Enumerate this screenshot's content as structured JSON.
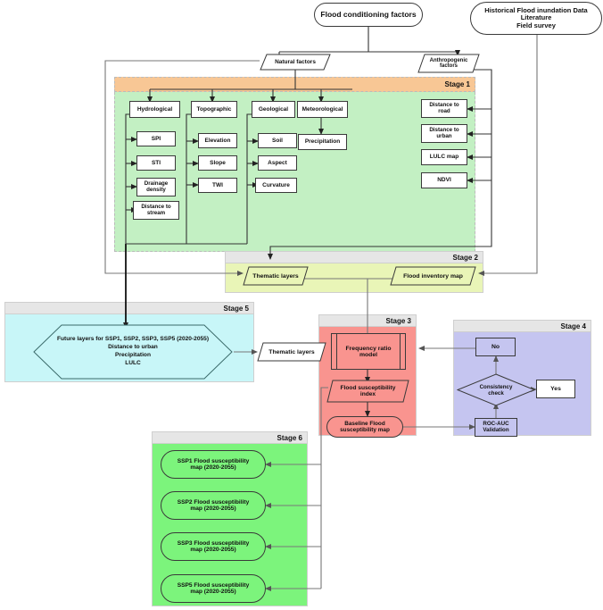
{
  "diagram": {
    "title_nodes": {
      "flood_conditioning_factors": "Flood conditioning factors",
      "historical_data": "Historical Flood inundation Data\nLiterature\nField survey",
      "natural_factors": "Natural factors",
      "anthropogenic_factors": "Anthropogenic\nfactors"
    },
    "stages": [
      {
        "id": "stage1",
        "label": "Stage 1",
        "header_color": "#f8c795",
        "body_color": "#c3f0c3"
      },
      {
        "id": "stage2",
        "label": "Stage 2",
        "header_color": "#e6e6e6",
        "body_color": "#e9f5b7"
      },
      {
        "id": "stage3",
        "label": "Stage 3",
        "header_color": "#e6e6e6",
        "body_color": "#f9948f"
      },
      {
        "id": "stage4",
        "label": "Stage 4",
        "header_color": "#e6e6e6",
        "body_color": "#c5c5f0"
      },
      {
        "id": "stage5",
        "label": "Stage 5",
        "header_color": "#e6e6e6",
        "body_color": "#c8f6f8"
      },
      {
        "id": "stage6",
        "label": "Stage 6",
        "header_color": "#e6e6e6",
        "body_color": "#7cf47c"
      }
    ],
    "stage1": {
      "categories": [
        "Hydrological",
        "Topographic",
        "Geological",
        "Meteorological"
      ],
      "hydrological": [
        "SPI",
        "STI",
        "Drainage\ndensity",
        "Distance to\nstream"
      ],
      "topographic": [
        "Elevation",
        "Slope",
        "TWI"
      ],
      "geological": [
        "Soil",
        "Aspect",
        "Curvature"
      ],
      "meteorological": [
        "Precipitation"
      ],
      "anthropogenic": [
        "Distance to\nroad",
        "Distance to\nurban",
        "LULC map",
        "NDVI"
      ]
    },
    "stage2": {
      "thematic_layers": "Thematic layers",
      "flood_inventory_map": "Flood inventory map"
    },
    "stage3": {
      "frequency_ratio_model": "Frequency ratio\nmodel",
      "flood_susceptibility_index": "Flood susceptibility\nindex",
      "baseline_map": "Baseline Flood\nsusceptibility map"
    },
    "stage4": {
      "no": "No",
      "yes": "Yes",
      "consistency_check": "Consistency\ncheck",
      "roc_auc_validation": "ROC-AUC\nValidation"
    },
    "stage5": {
      "future_layers": "Future layers for SSP1, SSP2, SSP3, SSP5 (2020-2055)\nDistance to urban\nPrecipitation\nLULC",
      "thematic_layers": "Thematic layers"
    },
    "stage6": {
      "outputs": [
        "SSP1 Flood susceptibility\nmap (2020-2055)",
        "SSP2 Flood susceptibility\nmap (2020-2055)",
        "SSP3 Flood susceptibility\nmap (2020-2055)",
        "SSP5 Flood susceptibility\nmap (2020-2055)"
      ]
    }
  }
}
